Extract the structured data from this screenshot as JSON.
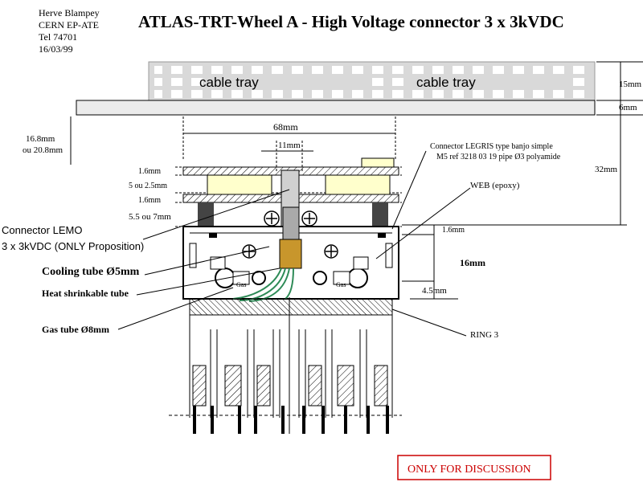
{
  "author": {
    "name": "Herve Blampey",
    "dept": "CERN EP-ATE",
    "tel": "Tel 74701",
    "date": "16/03/99"
  },
  "title": "ATLAS-TRT-Wheel A - High Voltage connector 3 x 3kVDC",
  "labels": {
    "cable_tray_left": "cable tray",
    "cable_tray_right": "cable tray",
    "dim_15mm": "15mm",
    "dim_6mm": "6mm",
    "dim_32mm": "32mm",
    "dim_68mm": "68mm",
    "dim_11mm": "11mm",
    "dim_16_8_line1": "16.8mm",
    "dim_16_8_line2": "ou 20.8mm",
    "dim_1_6_top": "1.6mm",
    "dim_5_ou_2_5": "5 ou 2.5mm",
    "dim_1_6_bot": "1.6mm",
    "dim_5_5_ou_7": "5.5 ou 7mm",
    "dim_1_6_right": "1.6mm",
    "dim_16mm": "16mm",
    "dim_4_5mm": "4.5mm",
    "legris_line1": "Connector LEGRIS type banjo simple",
    "legris_line2": "M5 ref 3218 03 19 pipe Ø3 polyamide",
    "web_epoxy": "WEB (epoxy)",
    "ring3": "RING 3",
    "lemo_line1": "Connector LEMO",
    "lemo_line2": "3 x 3kVDC (ONLY Proposition)",
    "cooling_tube": "Cooling tube Ø5mm",
    "heat_shrink": "Heat shrinkable tube",
    "gas_tube": "Gas tube Ø8mm",
    "gas_left": "Gas",
    "gas_right": "Gas",
    "only_discussion": "ONLY FOR DISCUSSION"
  },
  "colors": {
    "lemo_connector": "#c8962c",
    "cooling_tube": "#2e8b57",
    "board_fill": "#ffffcc",
    "cable_tray_fill": "#d9d9d9",
    "discussion_border": "#cc0000",
    "discussion_text": "#cc0000"
  }
}
